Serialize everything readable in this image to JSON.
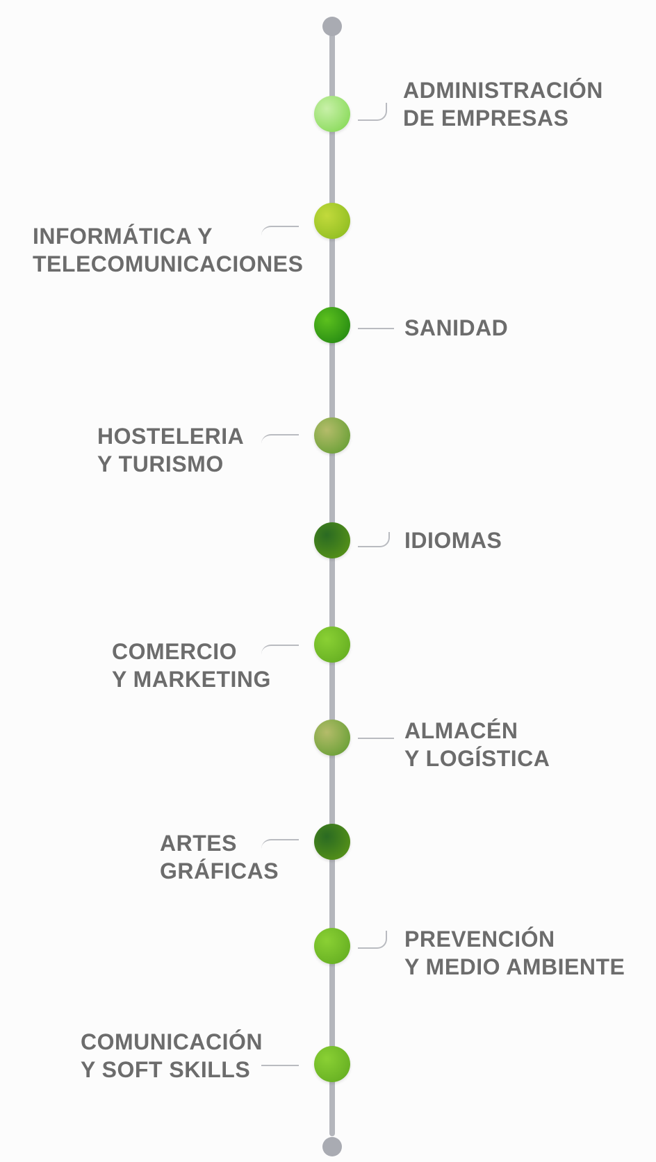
{
  "timeline": {
    "items": [
      {
        "line1": "ADMINISTRACIÓN",
        "line2": "DE EMPRESAS",
        "side": "right",
        "color_from": "#c8f0a8",
        "color_to": "#7cd64a"
      },
      {
        "line1": "INFORMÁTICA Y",
        "line2": "TELECOMUNICACIONES",
        "side": "left",
        "color_from": "#c2da3c",
        "color_to": "#86b81c"
      },
      {
        "line1": "SANIDAD",
        "line2": "",
        "side": "right",
        "color_from": "#5cc01e",
        "color_to": "#1b8010"
      },
      {
        "line1": "HOSTELERIA",
        "line2": "Y TURISMO",
        "side": "left",
        "color_from": "#b4bc6a",
        "color_to": "#5a9a2c"
      },
      {
        "line1": "IDIOMAS",
        "line2": "",
        "side": "right",
        "color_from": "#2a6a22",
        "color_to": "#5f9a16"
      },
      {
        "line1": "COMERCIO",
        "line2": "Y MARKETING",
        "side": "left",
        "color_from": "#8ad034",
        "color_to": "#5ea81e"
      },
      {
        "line1": "ALMACÉN",
        "line2": "Y LOGÍSTICA",
        "side": "right",
        "color_from": "#b4bc6a",
        "color_to": "#5a9a2c"
      },
      {
        "line1": "ARTES",
        "line2": "GRÁFICAS",
        "side": "left",
        "color_from": "#2a6a22",
        "color_to": "#5f9a16"
      },
      {
        "line1": "PREVENCIÓN",
        "line2": "Y MEDIO AMBIENTE",
        "side": "right",
        "color_from": "#8ad034",
        "color_to": "#5ea81e"
      },
      {
        "line1": "COMUNICACIÓN",
        "line2": "Y SOFT SKILLS",
        "side": "left",
        "color_from": "#8ad034",
        "color_to": "#5ea81e"
      }
    ]
  }
}
